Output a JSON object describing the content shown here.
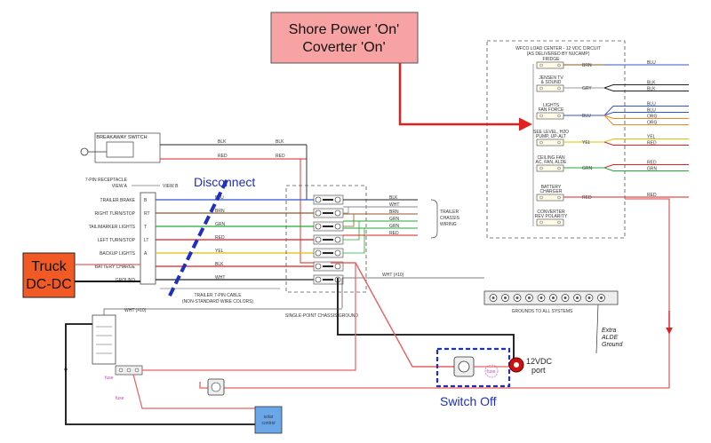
{
  "callout": {
    "line1": "Shore Power 'On'",
    "line2": "Coverter 'On'",
    "fill": "#f8a3a3"
  },
  "truck": {
    "line1": "Truck",
    "line2": "DC-DC",
    "fill": "#f15a24"
  },
  "labels": {
    "disconnect": "Disconnect",
    "switch_off": "Switch Off",
    "port": "12VDC\nport",
    "extra_ground": "Extra\nALDE\nGround"
  },
  "breakaway": {
    "title": "BREAKAWAY SWITCH",
    "wire1": "BLK",
    "wire2": "RED",
    "wire3": "BLK",
    "wire4": "RED"
  },
  "receptacle": {
    "title": "7-PIN RECEPTACLE\nVIEW A",
    "view_b": "VIEW B"
  },
  "pins": [
    {
      "name": "TRAILER BRAKE",
      "pin": "B",
      "wire": "BLU",
      "color": "#3355cc"
    },
    {
      "name": "RIGHT TURN/STOP",
      "pin": "RT",
      "wire": "BRN",
      "color": "#8b5a2b"
    },
    {
      "name": "TAIL/MARKER LIGHTS",
      "pin": "T",
      "wire": "GRN",
      "color": "#22aa33"
    },
    {
      "name": "LEFT TURN/STOP",
      "pin": "LT",
      "wire": "RED",
      "color": "#dd2222"
    },
    {
      "name": "BACKUP LIGHTS",
      "pin": "A",
      "wire": "YEL",
      "color": "#e0c000"
    },
    {
      "name": "BATTERY CHARGE",
      "pin": "",
      "wire": "BLK",
      "color": "#dd2222"
    },
    {
      "name": "GROUND",
      "pin": "",
      "wire": "WHT",
      "color": "#222222"
    }
  ],
  "cable_note": "TRAILER 7-PIN CABLE\n(NON-STANDARD WIRE COLORS)",
  "chassis": {
    "wires": [
      "BLK",
      "WHT",
      "BRN",
      "GRN",
      "GRN",
      "RED"
    ],
    "label": "TRAILER\nCHASSIS\nWIRING",
    "ground_label": "SINGLE-POINT CHASSIS GROUND"
  },
  "wht_labels": [
    "WHT (#10)",
    "WHT (#10)"
  ],
  "grounds": {
    "label": "GROUNDS TO ALL SYSTEMS",
    "count": 10
  },
  "load_center": {
    "title": "WFCO LOAD CENTER - 12 VDC CIRCUIT\n(AS DELIVERED BY NUCAMP)",
    "circuits": [
      {
        "name": "FRIDGE",
        "amp": "",
        "wire_in": "BRN",
        "wire_out": [
          "BLU"
        ],
        "color": "#8b5a2b"
      },
      {
        "name": "JENSEN TV\n& SOUND",
        "amp": "",
        "wire_in": "GRY",
        "wire_out": [
          "BLK",
          "BLK"
        ],
        "color": "#999999"
      },
      {
        "name": "LIGHTS\nFAN FORCE",
        "amp": "",
        "wire_in": "BLU",
        "wire_out": [
          "BLU",
          "BLU",
          "ORG",
          "ORG"
        ],
        "color": "#3355cc"
      },
      {
        "name": "SEE LEVEL, H2O\nPUMP, UP-ALT",
        "amp": "",
        "wire_in": "YEL",
        "wire_out": [
          "YEL",
          "RED"
        ],
        "color": "#e0c000"
      },
      {
        "name": "CEILING FAN\nAC, FAN, ALDE",
        "amp": "",
        "wire_in": "GRN",
        "wire_out": [
          "RED",
          "GRN"
        ],
        "color": "#22aa33"
      },
      {
        "name": "BATTERY\nCHARGER",
        "amp": "",
        "wire_in": "RED",
        "wire_out": [
          "RED"
        ],
        "color": "#dd2222"
      },
      {
        "name": "CONVERTER\nREV POLARITY",
        "amp": "",
        "wire_in": "",
        "wire_out": [],
        "color": "#999999"
      }
    ]
  },
  "battery_area": {
    "wire_label": "WHT (#10)",
    "fuse_label": "fuse",
    "fuse2_label": "fuse"
  },
  "solar": {
    "line1": "solar",
    "line2": "control",
    "fill": "#6aa6ea"
  },
  "colors": {
    "red_wire": "#e86060",
    "arrow_red": "#e02020",
    "dashed_blue": "#1f2fbf",
    "black_wire": "#111111"
  }
}
